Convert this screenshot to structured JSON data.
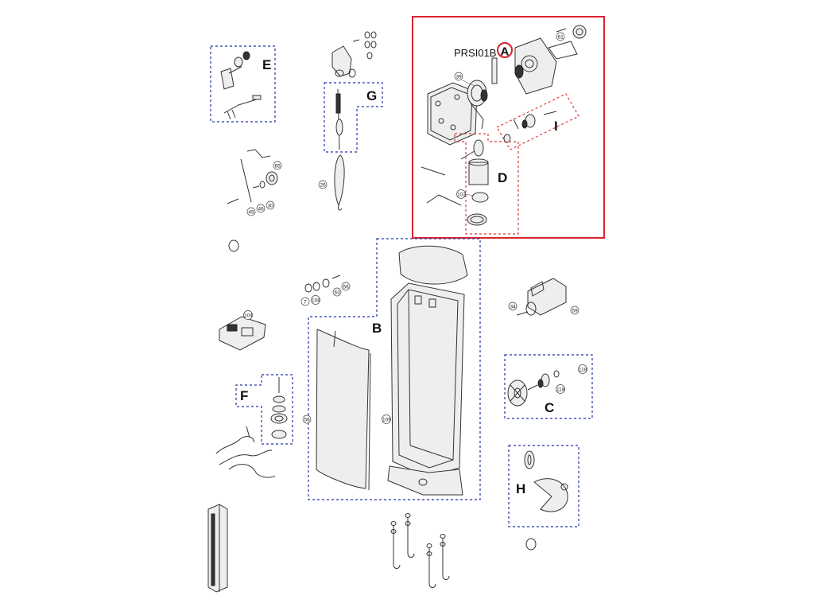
{
  "groups": {
    "A": "A",
    "B": "B",
    "C": "C",
    "D": "D",
    "E": "E",
    "F": "F",
    "G": "G",
    "H": "H",
    "I": "I"
  },
  "highlight_code": "PRSI01B",
  "part_numbers": {
    "p61": "61",
    "p39": "39",
    "p102": "102",
    "p65": "65",
    "p26": "26",
    "p45": "45",
    "p46": "46",
    "p30": "30",
    "p7": "7",
    "p108": "108",
    "p63": "63",
    "p56": "56",
    "p104": "104",
    "p58": "58",
    "p109": "109",
    "p34": "34",
    "p59": "59",
    "p118a": "118",
    "p118b": "118"
  },
  "colors": {
    "group_outline_blue": "#2233aa",
    "group_outline_red": "#e03a3a",
    "highlight_box": "#d9232d"
  }
}
